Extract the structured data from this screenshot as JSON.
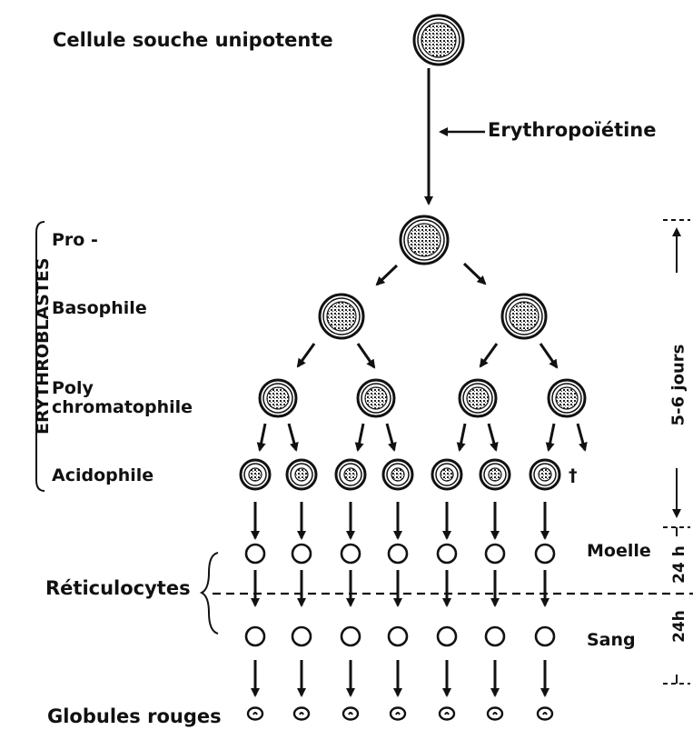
{
  "labels": {
    "stem_cell": "Cellule souche unipotente",
    "hormone": "Erythropoïétine",
    "group_vertical": "ERYTHROBLASTES",
    "stage_pro": "Pro -",
    "stage_baso": "Basophile",
    "stage_poly_line1": "Poly",
    "stage_poly_line2": "chromatophile",
    "stage_acido": "Acidophile",
    "dead_cell_mark": "†",
    "reticulocytes": "Réticulocytes",
    "marrow": "Moelle",
    "blood": "Sang",
    "red_cells": "Globules rouges",
    "time_total": "5-6 jours",
    "time_marrow": "24 h",
    "time_blood": "24h"
  },
  "colors": {
    "ink": "#111111",
    "nucleus": "#333333",
    "background": "#ffffff"
  }
}
